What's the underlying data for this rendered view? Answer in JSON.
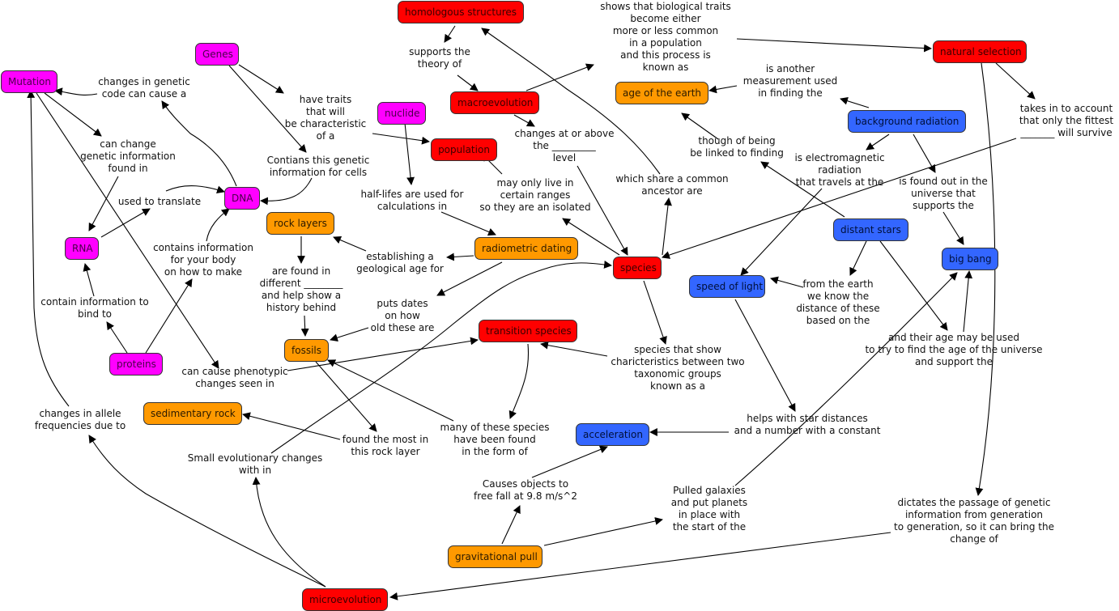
{
  "concept_map": {
    "colors": {
      "red": "#ff0000",
      "orange": "#ff9900",
      "magenta": "#ff00ff",
      "blue": "#3366ff"
    },
    "nodes": {
      "homologous_structures": "homologous structures",
      "natural_selection": "natural selection",
      "mutation": "Mutation",
      "genes": "Genes",
      "macroevolution": "macroevolution",
      "age_of_earth": "age of the earth",
      "nuclide": "nuclide",
      "background_radiation": "background radiation",
      "population": "population",
      "dna": "DNA",
      "rock_layers": "rock layers",
      "distant_stars": "distant stars",
      "rna": "RNA",
      "radiometric_dating": "radiometric dating",
      "species": "species",
      "big_bang": "big bang",
      "speed_of_light": "speed of light",
      "transition_species": "transition species",
      "fossils": "fossils",
      "proteins": "proteins",
      "sedimentary_rock": "sedimentary rock",
      "acceleration": "acceleration",
      "gravitational_pull": "gravitational pull",
      "microevolution": "microevolution"
    },
    "links": {
      "shows_traits": "shows that biological traits\nbecome either\nmore or less common\nin a population\nand this process is\nknown as",
      "supports_theory": "supports the\ntheory of",
      "changes_genetic_code": "changes in genetic\ncode can cause a",
      "have_traits": "have traits\nthat will\nbe characteristic\nof a",
      "another_measurement": "is another\nmeasurement used\nin finding the",
      "takes_into_account": "takes in to account\nthat only the fittest\n_______ will survive",
      "can_change_genetic": "can change\ngenetic information\nfound in",
      "changes_at_above": "changes at or above\nthe _________\nlevel",
      "though_linked": "though of being\nbe linked to finding",
      "contains_genetic": "Contians this genetic\ninformation for cells",
      "electromagnetic": "is electromagnetic\nradiation\nthat travels at the",
      "found_in_universe": "is found out in the\nuniverse that\nsupports the",
      "used_to_translate": "used to translate",
      "half_lifes": "half-lifes are used for\ncalculations in",
      "may_only_live": "may only live in\ncertain ranges\nso they are an isolated",
      "share_ancestor": "which share a common\nancestor are",
      "contains_info_body": "contains information\nfor your body\non how to make",
      "establishing_age": "establishing a\ngeological age for",
      "are_found_in": "are found in\ndifferent ________\nand help show a\nhistory behind",
      "from_the_earth": "from the earth\nwe know the\ndistance of these\nbased on the",
      "contain_bind": "contain information to\nbind to",
      "puts_dates": "puts dates\non how\nold these are",
      "their_age": "and their age may be used\nto try to find the age of the universe\nand support the",
      "phenotypic": "can cause phenotypic\nchanges seen in",
      "species_show": "species that show\ncharicteristics between two\ntaxonomic groups\nknown as a",
      "allele_freq": "changes in allele\nfrequencies due to",
      "star_distances": "helps with star distances\nand a number with a constant",
      "found_most": "found the most in\nthis rock layer",
      "many_species": "many of these species\nhave been found\nin the form of",
      "small_changes": "Small evolutionary changes\nwith in",
      "causes_fall": "Causes objects to\nfree fall at 9.8 m/s^2",
      "pulled_galaxies": "Pulled galaxies\nand put planets\nin place with\nthe start of the",
      "dictates_passage": "dictates the passage of genetic\ninformation from generation\nto generation, so it can bring the\nchange of"
    }
  }
}
